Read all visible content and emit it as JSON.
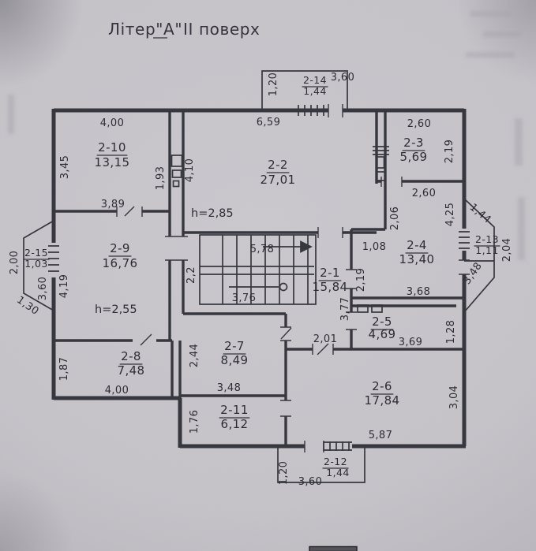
{
  "title": {
    "building": "Літер\"А\"",
    "floor": "ІІ поверх"
  },
  "rooms": {
    "r2_1": {
      "no": "2-1",
      "area": "15,84"
    },
    "r2_2": {
      "no": "2-2",
      "area": "27,01"
    },
    "r2_3": {
      "no": "2-3",
      "area": "5,69"
    },
    "r2_4": {
      "no": "2-4",
      "area": "13,40"
    },
    "r2_5": {
      "no": "2-5",
      "area": "4,69"
    },
    "r2_6": {
      "no": "2-6",
      "area": "17,84"
    },
    "r2_7": {
      "no": "2-7",
      "area": "8,49"
    },
    "r2_8": {
      "no": "2-8",
      "area": "7,48"
    },
    "r2_9": {
      "no": "2-9",
      "area": "16,76"
    },
    "r2_10": {
      "no": "2-10",
      "area": "13,15"
    },
    "r2_11": {
      "no": "2-11",
      "area": "6,12"
    },
    "r2_12": {
      "no": "2-12",
      "area": "1,44"
    },
    "r2_13": {
      "no": "2-13",
      "area": "1,11"
    },
    "r2_14": {
      "no": "2-14",
      "area": "1,44"
    },
    "r2_15": {
      "no": "2-15",
      "area": "1,03"
    }
  },
  "heights": {
    "r2_2": "h=2,85",
    "r2_9": "h=2,55"
  },
  "dims": {
    "r2_10_top": "4,00",
    "r2_10_left": "3,45",
    "r2_10_bottom": "3,89",
    "r2_10_right": "1,93",
    "r2_2_top": "6,59",
    "r2_2_left": "4,10",
    "balc14_left": "1,20",
    "balc14_top": "3,60",
    "r2_3_top": "2,60",
    "r2_3_right": "2,19",
    "r2_4_top": "2,60",
    "r2_4_upper_left": "2,06",
    "r2_4_right": "4,25",
    "r2_4_left_w": "1,08",
    "r2_4_left": "2,19",
    "r2_4_bottom": "3,68",
    "balc13_top": "1,44",
    "balc13_right": "2,04",
    "balc13_bottom": "3,48",
    "bay15_left": "2,00",
    "bay15_inner": "3,60",
    "bay15_bottom": "1,30",
    "r2_9_left": "4,19",
    "stairs_top": "5,78",
    "stairs_left": "2,2",
    "stairs_bottom": "3,76",
    "r2_1_right": "3,77",
    "r2_1_bottom": "2,01",
    "r2_5_bottom": "3,69",
    "r2_5_right": "1,28",
    "r2_7_left": "2,44",
    "r2_7_bottom": "3,48",
    "r2_8_left": "1,87",
    "r2_8_bottom": "4,00",
    "r2_11_left": "1,76",
    "r2_6_right": "3,04",
    "r2_6_bottom": "5,87",
    "balc12_left": "1,20",
    "balc12_bottom": "3,60"
  },
  "colors": {
    "ink": "#36363e",
    "paper": "#c6c4c9"
  }
}
